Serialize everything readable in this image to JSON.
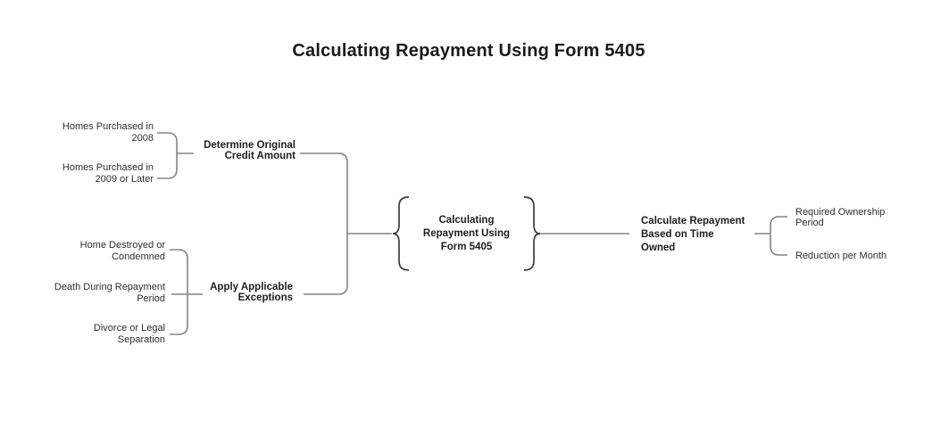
{
  "title": "Calculating Repayment Using Form 5405",
  "colors": {
    "line": "#858585",
    "brace": "#3d3d3d",
    "node_text": "#1e1e1e",
    "leaf_text": "#2e2e2e"
  },
  "map": {
    "root": {
      "label": "Calculating\nRepayment Using\nForm 5405"
    },
    "left": [
      {
        "node": {
          "label": "Determine Original\nCredit Amount"
        },
        "leaves": [
          {
            "label": "Homes Purchased in\n2008"
          },
          {
            "label": "Homes Purchased in\n2009 or Later"
          }
        ]
      },
      {
        "node": {
          "label": "Apply Applicable\nExceptions"
        },
        "leaves": [
          {
            "label": "Home Destroyed or\nCondemned"
          },
          {
            "label": "Death During Repayment\nPeriod"
          },
          {
            "label": "Divorce or Legal\nSeparation"
          }
        ]
      }
    ],
    "right": [
      {
        "node": {
          "label": "Calculate Repayment\nBased on Time\nOwned"
        },
        "leaves": [
          {
            "label": "Required Ownership\nPeriod"
          },
          {
            "label": "Reduction per Month"
          }
        ]
      }
    ]
  }
}
